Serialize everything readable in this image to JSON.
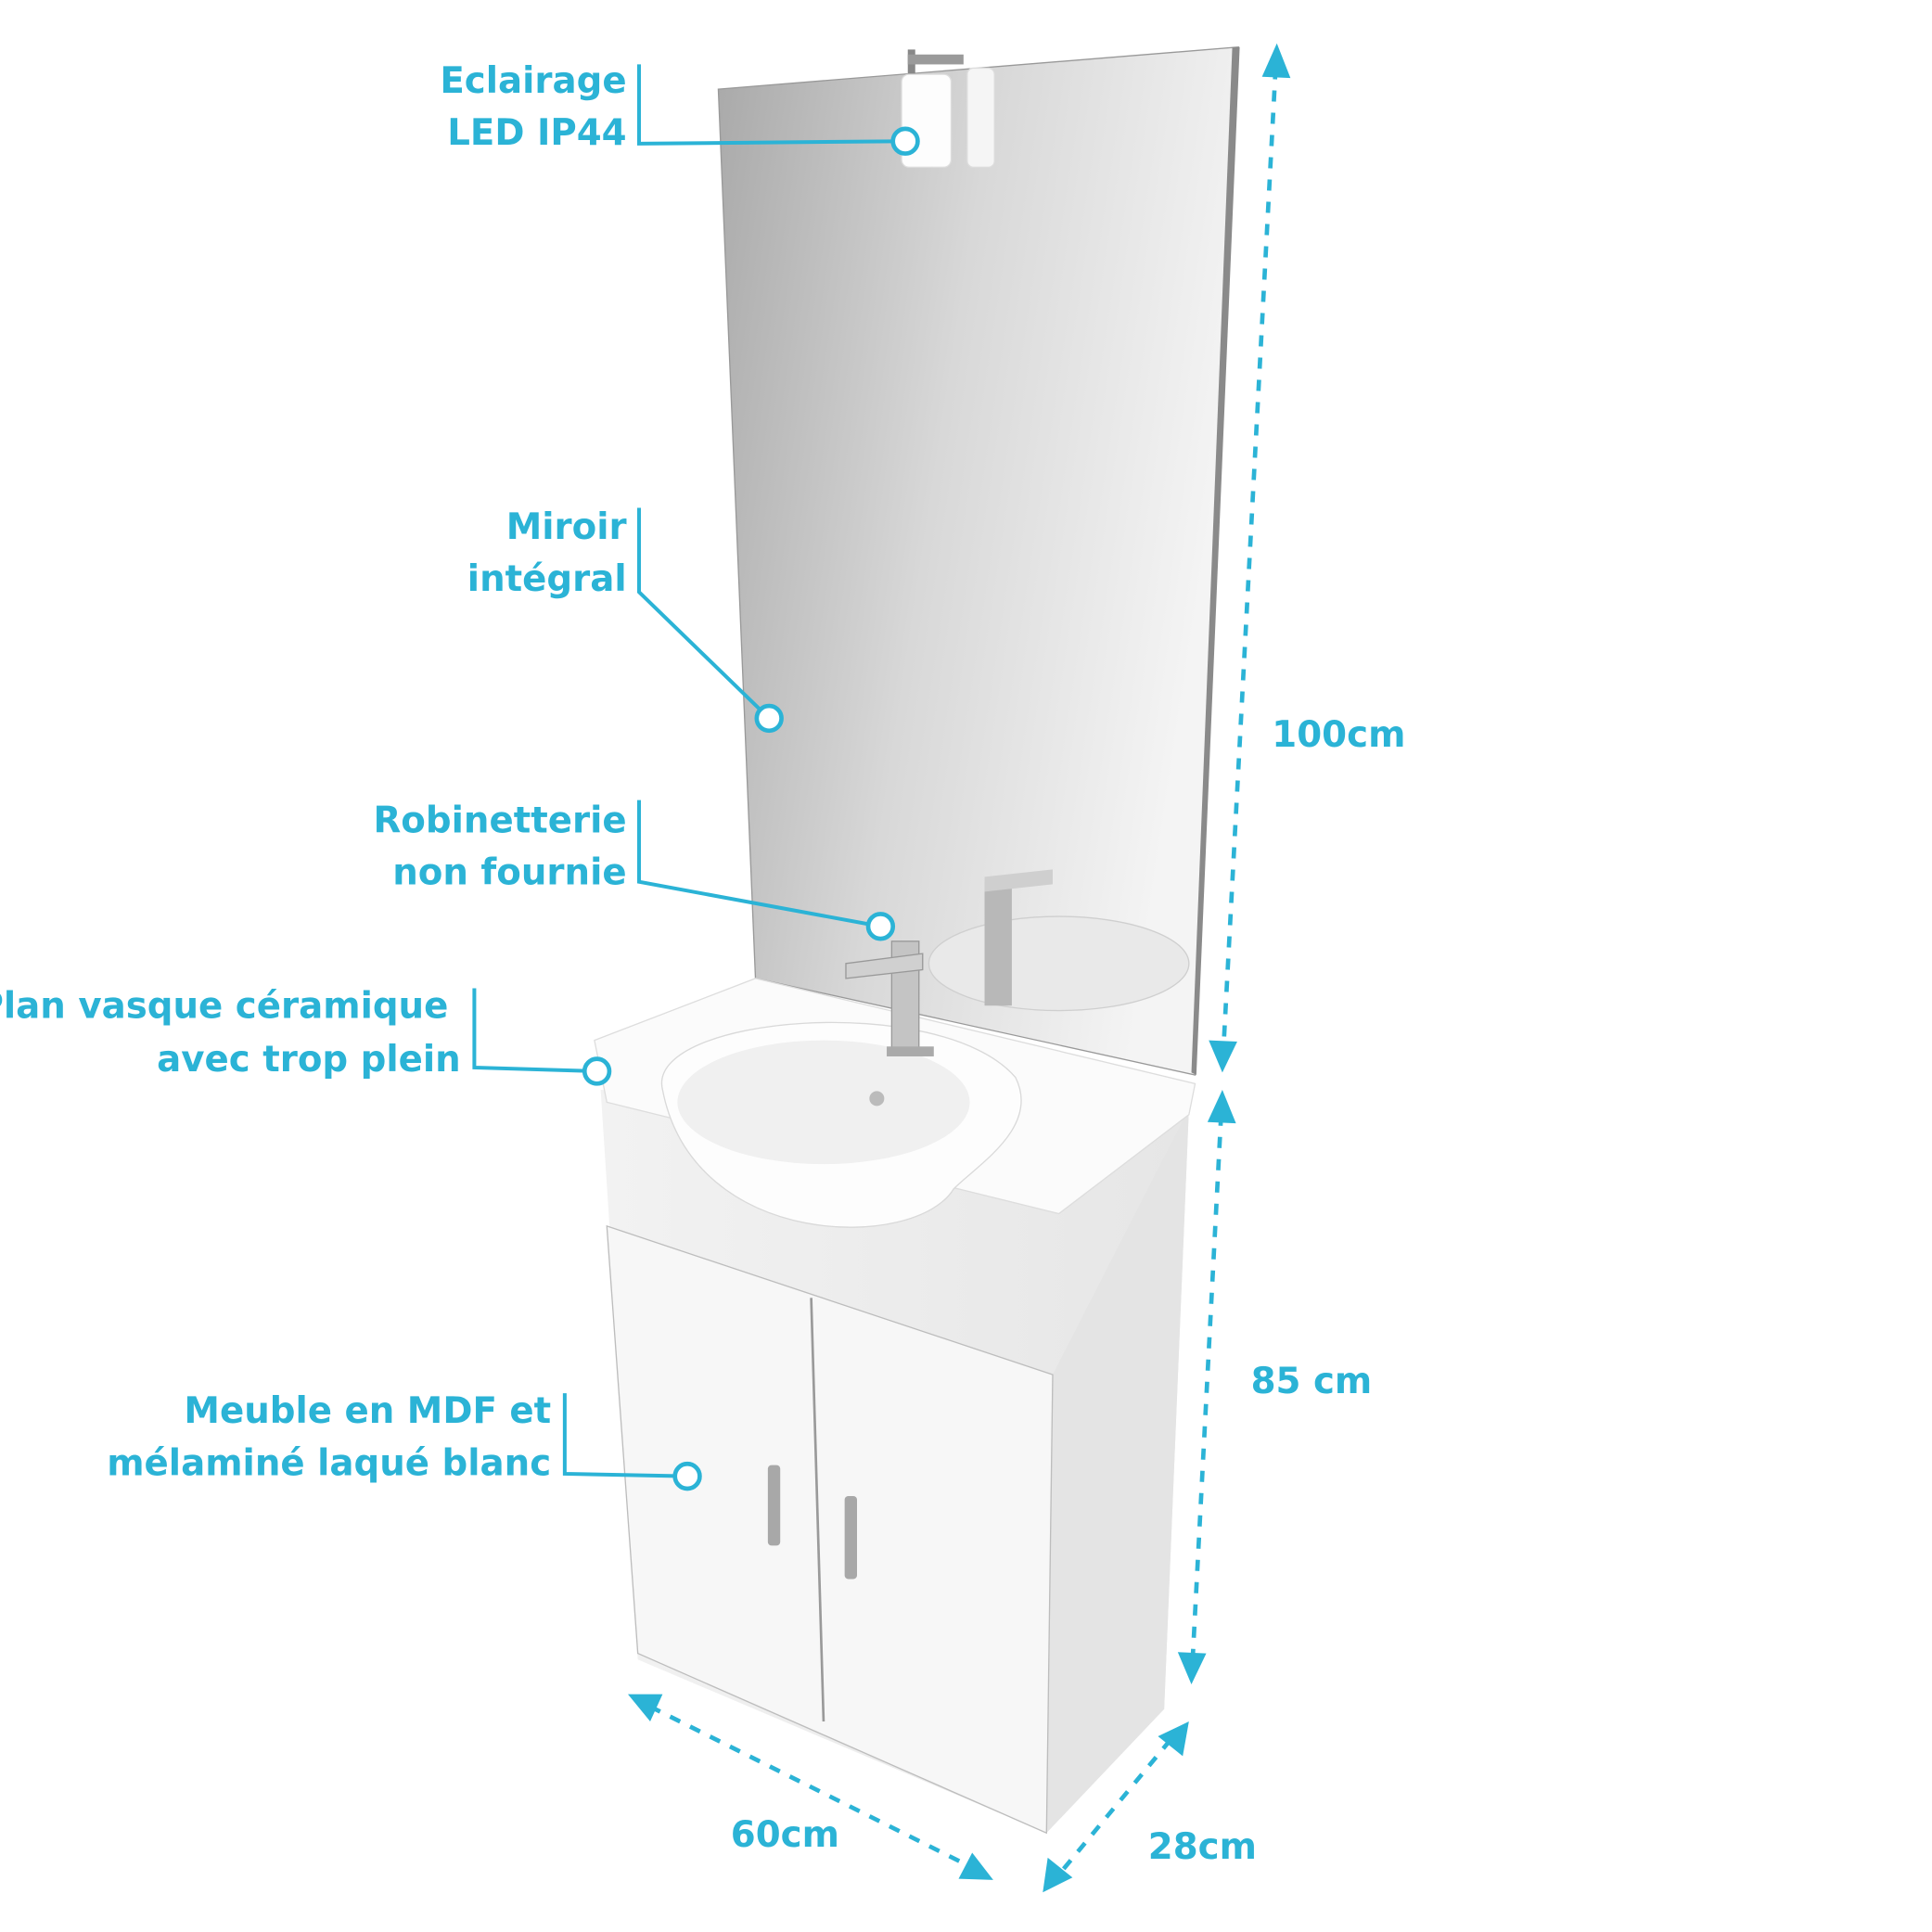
{
  "callouts": {
    "lighting": {
      "line1": "Eclairage",
      "line2": "LED IP44"
    },
    "mirror": {
      "line1": "Miroir",
      "line2": "intégral"
    },
    "faucet": {
      "line1": "Robinetterie",
      "line2": "non fournie"
    },
    "basin": {
      "line1": "Plan vasque céramique",
      "line2": "avec trop plein"
    },
    "cabinet": {
      "line1": "Meuble en MDF et",
      "line2": "mélaminé laqué blanc"
    }
  },
  "dimensions": {
    "mirror_height": "100cm",
    "cabinet_height": "85 cm",
    "width": "60cm",
    "depth": "28cm"
  },
  "colors": {
    "accent": "#2bb3d6"
  }
}
